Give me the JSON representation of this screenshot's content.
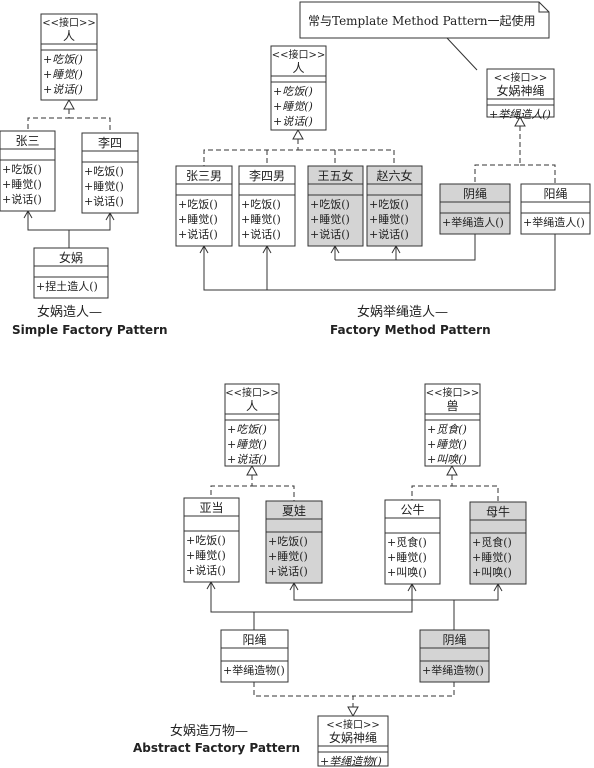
{
  "note": "常与Template Method Pattern一起使用",
  "captions": {
    "simple": {
      "line1": "女娲造人—",
      "line2": "Simple Factory Pattern"
    },
    "method": {
      "line1": "女娲举绳造人—",
      "line2": "Factory Method Pattern"
    },
    "abstract": {
      "line1": "女娲造万物—",
      "line2": "Abstract Factory Pattern"
    }
  },
  "classes": [
    {
      "id": "s_person",
      "stereo": "<<接口>>",
      "name": "人",
      "italic": true,
      "shaded": false,
      "methods": [
        "+吃饭()",
        "+睡觉()",
        "+说话()"
      ]
    },
    {
      "id": "s_zhangsan",
      "name": "张三",
      "shaded": false,
      "methods": [
        "+吃饭()",
        "+睡觉()",
        "+说话()"
      ]
    },
    {
      "id": "s_lisi",
      "name": "李四",
      "shaded": false,
      "methods": [
        "+吃饭()",
        "+睡觉()",
        "+说话()"
      ]
    },
    {
      "id": "s_nvwa",
      "name": "女娲",
      "shaded": false,
      "methods": [
        "+捏土造人()"
      ]
    },
    {
      "id": "f_person",
      "stereo": "<<接口>>",
      "name": "人",
      "italic": true,
      "shaded": false,
      "methods": [
        "+吃饭()",
        "+睡觉()",
        "+说话()"
      ]
    },
    {
      "id": "f_zhangsannan",
      "name": "张三男",
      "shaded": false,
      "methods": [
        "+吃饭()",
        "+睡觉()",
        "+说话()"
      ]
    },
    {
      "id": "f_lisinan",
      "name": "李四男",
      "shaded": false,
      "methods": [
        "+吃饭()",
        "+睡觉()",
        "+说话()"
      ]
    },
    {
      "id": "f_wangwunv",
      "name": "王五女",
      "shaded": true,
      "methods": [
        "+吃饭()",
        "+睡觉()",
        "+说话()"
      ]
    },
    {
      "id": "f_zhaoliunv",
      "name": "赵六女",
      "shaded": true,
      "methods": [
        "+吃饭()",
        "+睡觉()",
        "+说话()"
      ]
    },
    {
      "id": "f_rope_if",
      "stereo": "<<接口>>",
      "name": "女娲神绳",
      "italic": true,
      "shaded": false,
      "methods": [
        "+举绳造人()"
      ]
    },
    {
      "id": "f_yin",
      "name": "阴绳",
      "shaded": true,
      "methods": [
        "+举绳造人()"
      ]
    },
    {
      "id": "f_yang",
      "name": "阳绳",
      "shaded": false,
      "methods": [
        "+举绳造人()"
      ]
    },
    {
      "id": "a_person",
      "stereo": "<<接口>>",
      "name": "人",
      "italic": true,
      "shaded": false,
      "methods": [
        "+吃饭()",
        "+睡觉()",
        "+说话()"
      ]
    },
    {
      "id": "a_beast",
      "stereo": "<<接口>>",
      "name": "兽",
      "italic": true,
      "shaded": false,
      "methods": [
        "+觅食()",
        "+睡觉()",
        "+叫唤()"
      ]
    },
    {
      "id": "a_adam",
      "name": "亚当",
      "shaded": false,
      "methods": [
        "+吃饭()",
        "+睡觉()",
        "+说话()"
      ]
    },
    {
      "id": "a_eve",
      "name": "夏娃",
      "shaded": true,
      "methods": [
        "+吃饭()",
        "+睡觉()",
        "+说话()"
      ]
    },
    {
      "id": "a_bull",
      "name": "公牛",
      "shaded": false,
      "methods": [
        "+觅食()",
        "+睡觉()",
        "+叫唤()"
      ]
    },
    {
      "id": "a_cow",
      "name": "母牛",
      "shaded": true,
      "methods": [
        "+觅食()",
        "+睡觉()",
        "+叫唤()"
      ]
    },
    {
      "id": "a_yang",
      "name": "阳绳",
      "shaded": false,
      "methods": [
        "+举绳造物()"
      ]
    },
    {
      "id": "a_yin",
      "name": "阴绳",
      "shaded": true,
      "methods": [
        "+举绳造物()"
      ]
    },
    {
      "id": "a_rope_if",
      "stereo": "<<接口>>",
      "name": "女娲神绳",
      "italic": true,
      "shaded": false,
      "methods": [
        "+举绳造物()"
      ]
    }
  ],
  "styles": {
    "shade": "#d4d4d4",
    "line": "#333333",
    "fill": "#ffffff"
  }
}
